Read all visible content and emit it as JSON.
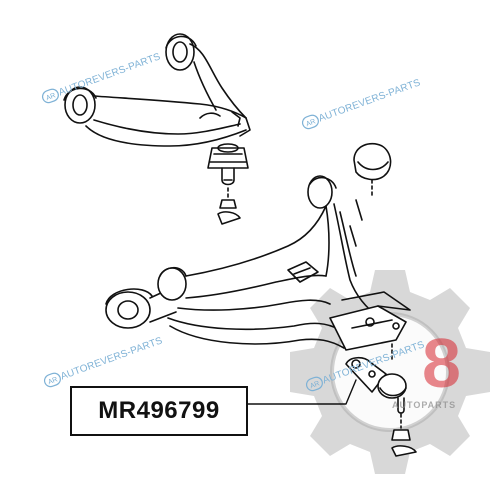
{
  "part_number": "MR496799",
  "watermark": {
    "text": "AUTOREVERS-PARTS",
    "icon_text": "AR",
    "color": "#7fb2d6"
  },
  "big_logo": {
    "number": "8",
    "sub_text": "AUTOPARTS",
    "accent_color": "#d7262f",
    "gear_color": "#8c8c8c"
  },
  "line_color": "#111111"
}
